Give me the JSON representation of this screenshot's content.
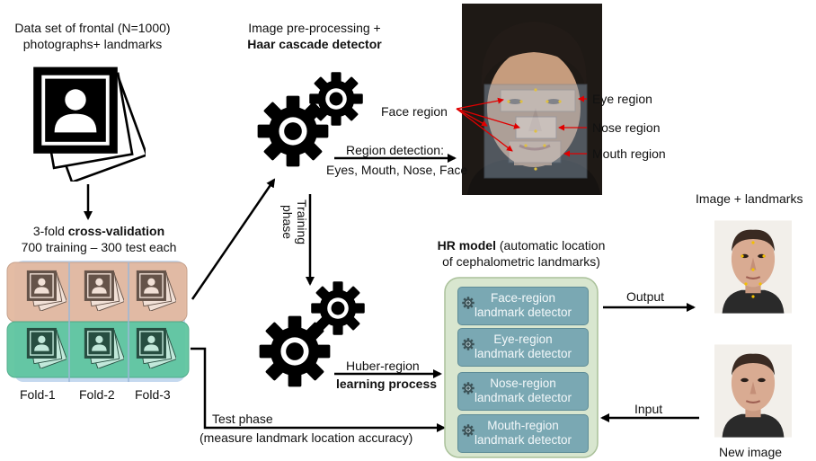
{
  "dataset": {
    "line1": "Data set of frontal (N=1000)",
    "line2": "photographs+ landmarks"
  },
  "crossval": {
    "line1_prefix": "3-fold ",
    "line1_bold": "cross-validation",
    "line2": "700 training – 300 test each"
  },
  "folds": [
    "Fold-1",
    "Fold-2",
    "Fold-3"
  ],
  "preprocess": {
    "line1": "Image pre-processing +",
    "line2_bold": "Haar cascade detector"
  },
  "region_detection": {
    "line1": "Region detection:",
    "line2": "Eyes, Mouth, Nose, Face"
  },
  "face_labels": {
    "face_region": "Face region",
    "eye_region": "Eye region",
    "nose_region": "Nose region",
    "mouth_region": "Mouth region"
  },
  "training_phase": {
    "line1": "Training",
    "line2": "phase"
  },
  "huber": {
    "line1": "Huber-region",
    "line2_bold": "learning process"
  },
  "test_phase": {
    "line1": "Test phase",
    "line2": "(measure landmark location accuracy)"
  },
  "hr_model": {
    "title_bold": "HR model",
    "title_rest": " (automatic location",
    "line2": "of cephalometric landmarks)",
    "detectors": [
      {
        "l1": "Face-region",
        "l2": "landmark detector"
      },
      {
        "l1": "Eye-region",
        "l2": "landmark detector"
      },
      {
        "l1": "Nose-region",
        "l2": "landmark detector"
      },
      {
        "l1": "Mouth-region",
        "l2": "landmark detector"
      }
    ]
  },
  "image_landmarks": "Image + landmarks",
  "output_label": "Output",
  "input_label": "Input",
  "new_image": "New image",
  "colors": {
    "fold_top": "#e3b9a0",
    "fold_bottom": "#5fc6a0",
    "fold_back": "#c5d9ef",
    "hr_box": "#d8e6cf",
    "detector": "#7aa8b3",
    "arrow": "#000000",
    "red": "#e00000"
  }
}
